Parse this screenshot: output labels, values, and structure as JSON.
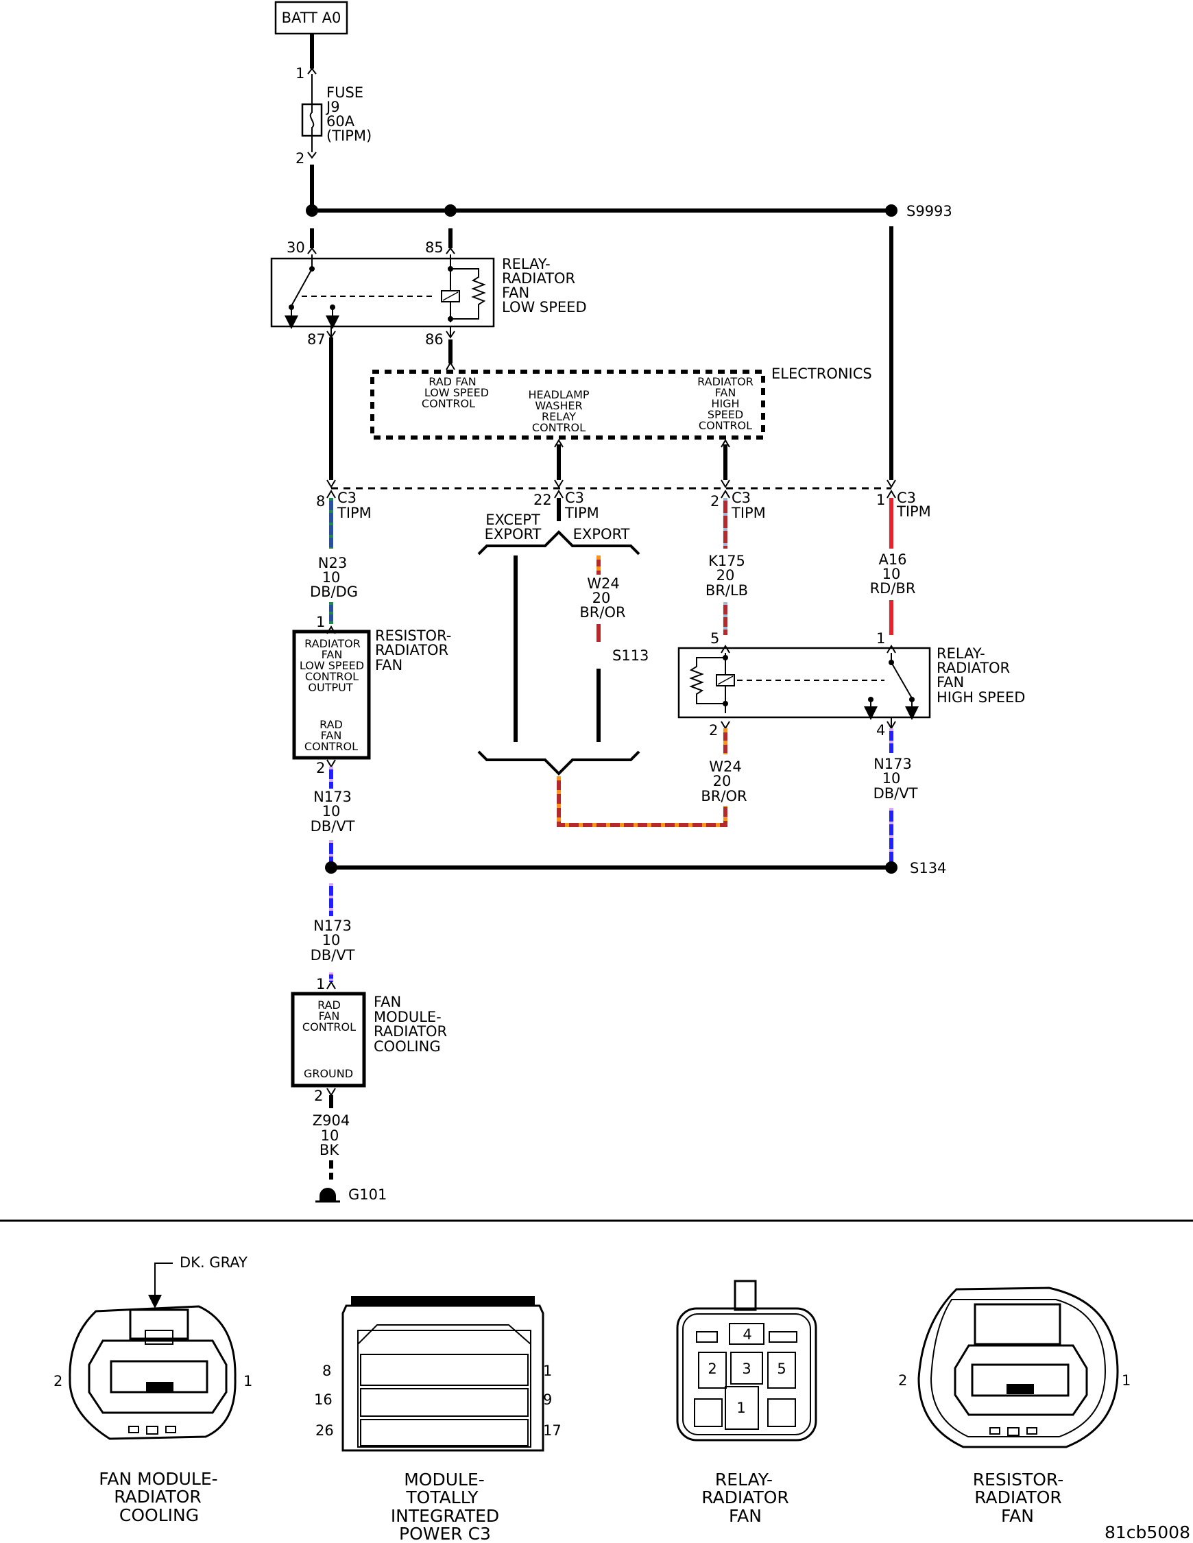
{
  "components": {
    "batt": "BATT A0",
    "fuse": {
      "l1": "FUSE",
      "l2": "J9",
      "l3": "60A",
      "l4": "(TIPM)",
      "pin_in": "1",
      "pin_out": "2"
    },
    "splice_top": "S9993",
    "relay_low": {
      "l1": "RELAY-",
      "l2": "RADIATOR",
      "l3": "FAN",
      "l4": "LOW SPEED",
      "p30": "30",
      "p85": "85",
      "p87": "87",
      "p86": "86"
    },
    "electronics": {
      "title": "ELECTRONICS",
      "rad_low": [
        "RAD FAN",
        "LOW SPEED",
        "CONTROL"
      ],
      "headlamp": [
        "HEADLAMP",
        "WASHER",
        "RELAY",
        "CONTROL"
      ],
      "rad_high": [
        "RADIATOR",
        "FAN",
        "HIGH",
        "SPEED",
        "CONTROL"
      ]
    },
    "c3": {
      "conn": "C3",
      "mod": "TIPM",
      "p8": "8",
      "p22": "22",
      "p2": "2",
      "p1": "1"
    },
    "except_export": [
      "EXCEPT",
      "EXPORT"
    ],
    "export": "EXPORT",
    "splice_s113": "S113",
    "resistor": {
      "l1": "RESISTOR-",
      "l2": "RADIATOR",
      "l3": "FAN",
      "inner_top": [
        "RADIATOR",
        "FAN",
        "LOW SPEED",
        "CONTROL",
        "OUTPUT"
      ],
      "inner_bot": [
        "RAD",
        "FAN",
        "CONTROL"
      ],
      "p1": "1",
      "p2": "2"
    },
    "relay_high": {
      "l1": "RELAY-",
      "l2": "RADIATOR",
      "l3": "FAN",
      "l4": "HIGH SPEED",
      "p5": "5",
      "p1": "1",
      "p2": "2",
      "p4": "4"
    },
    "splice_s134": "S134",
    "fan_module": {
      "l1": "FAN",
      "l2": "MODULE-",
      "l3": "RADIATOR",
      "l4": "COOLING",
      "inner_top": [
        "RAD",
        "FAN",
        "CONTROL"
      ],
      "inner_bot": "GROUND",
      "p1": "1",
      "p2": "2"
    },
    "ground": "G101"
  },
  "wires": {
    "n23": [
      "N23",
      "10",
      "DB/DG"
    ],
    "w24_export": [
      "W24",
      "20",
      "BR/OR"
    ],
    "k175": [
      "K175",
      "20",
      "BR/LB"
    ],
    "a16": [
      "A16",
      "10",
      "RD/BR"
    ],
    "n173_res": [
      "N173",
      "10",
      "DB/VT"
    ],
    "w24_relay": [
      "W24",
      "20",
      "BR/OR"
    ],
    "n173_relay": [
      "N173",
      "10",
      "DB/VT"
    ],
    "n173_mod": [
      "N173",
      "10",
      "DB/VT"
    ],
    "z904": [
      "Z904",
      "10",
      "BK"
    ]
  },
  "connectors": {
    "fan_module": {
      "title": [
        "FAN MODULE-",
        "RADIATOR",
        "COOLING"
      ],
      "color_note": "DK. GRAY",
      "pin_left": "2",
      "pin_right": "1"
    },
    "tipm_c3": {
      "title": [
        "MODULE-",
        "TOTALLY",
        "INTEGRATED",
        "POWER C3"
      ],
      "pins_left": [
        "8",
        "16",
        "26"
      ],
      "pins_right": [
        "1",
        "9",
        "17"
      ]
    },
    "relay": {
      "title": [
        "RELAY-",
        "RADIATOR",
        "FAN"
      ],
      "pins": [
        "4",
        "2",
        "3",
        "5",
        "1"
      ]
    },
    "resistor": {
      "title": [
        "RESISTOR-",
        "RADIATOR",
        "FAN"
      ],
      "pin_left": "2",
      "pin_right": "1"
    }
  },
  "diagram_id": "81cb5008",
  "colors": {
    "red": "#e8212b",
    "brown_red": "#b5282c",
    "orange": "#f7941d",
    "dark_blue": "#2a4f9f",
    "green_stripe": "#1f8a4c",
    "blue": "#1f1fff",
    "violet": "#d8a8ff",
    "pink_gray": "#c9a0a0"
  }
}
